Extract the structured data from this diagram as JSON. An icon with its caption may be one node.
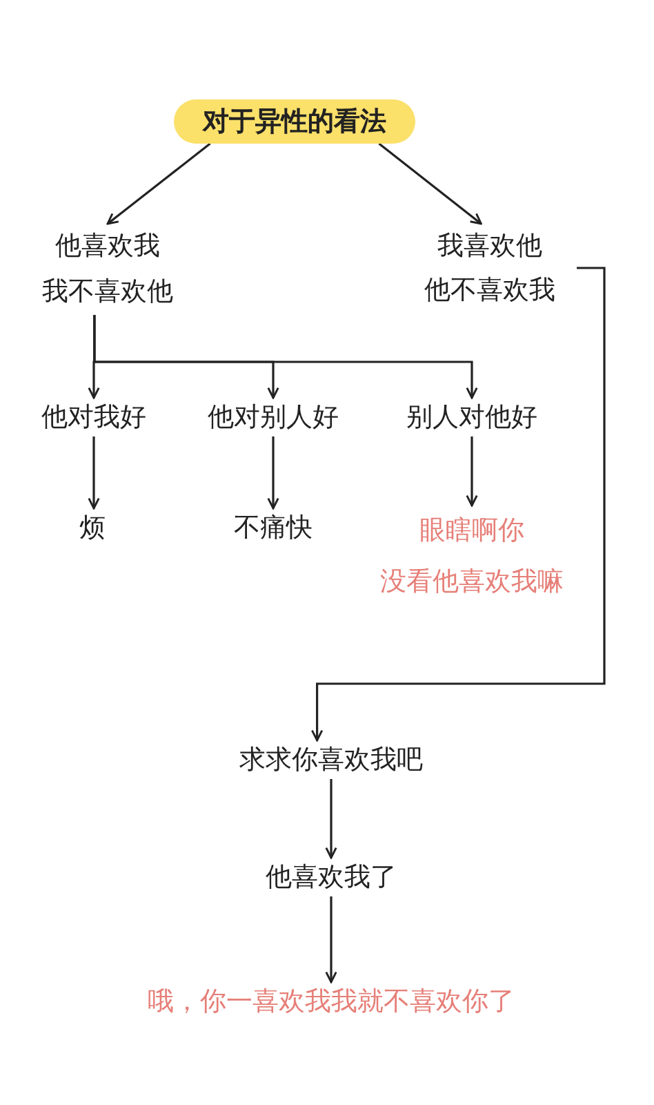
{
  "diagram": {
    "nodes": [
      {
        "text": [
          "对于异性的看法"
        ]
      },
      {
        "text": [
          "他喜欢我",
          "我不喜欢他"
        ]
      },
      {
        "text": [
          "我喜欢他",
          "他不喜欢我"
        ]
      },
      {
        "text": [
          "他对我好"
        ]
      },
      {
        "text": [
          "他对别人好"
        ]
      },
      {
        "text": [
          "别人对他好"
        ]
      },
      {
        "text": [
          "烦"
        ]
      },
      {
        "text": [
          "不痛快"
        ]
      },
      {
        "text": [
          "眼瞎啊你",
          "没看他喜欢我嘛"
        ]
      },
      {
        "text": [
          "求求你喜欢我吧"
        ]
      },
      {
        "text": [
          "他喜欢我了"
        ]
      },
      {
        "text": [
          "哦，你一喜欢我我就不喜欢你了"
        ]
      }
    ],
    "edges": [
      {
        "from": 0,
        "to": 1,
        "arrow": "to"
      },
      {
        "from": 0,
        "to": 2,
        "arrow": "to"
      },
      {
        "from": 1,
        "to": 3,
        "arrow": "to"
      },
      {
        "from": 1,
        "to": 4,
        "arrow": "to"
      },
      {
        "from": 1,
        "to": 5,
        "arrow": "to"
      },
      {
        "from": 3,
        "to": 6,
        "arrow": "to"
      },
      {
        "from": 4,
        "to": 7,
        "arrow": "to"
      },
      {
        "from": 5,
        "to": 8,
        "arrow": "to"
      },
      {
        "from": 2,
        "to": 9,
        "arrow": "to"
      },
      {
        "from": 9,
        "to": 10,
        "arrow": "to"
      },
      {
        "from": 10,
        "to": 11,
        "arrow": "to"
      }
    ]
  }
}
